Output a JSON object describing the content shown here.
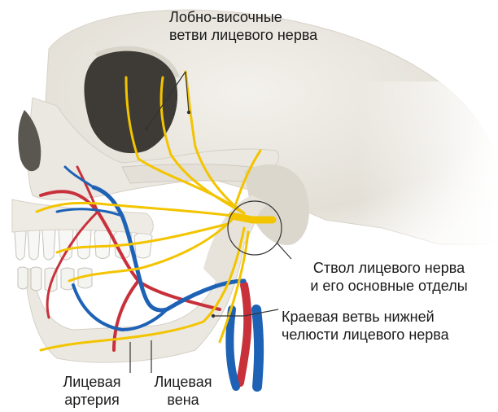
{
  "labels": {
    "temporofrontal": {
      "line1": "Лобно-височные",
      "line2": "ветви лицевого нерва"
    },
    "trunk": {
      "line1": "Ствол лицевого нерва",
      "line2": "и его основные отделы"
    },
    "marginal": {
      "line1": "Краевая ветвь нижней",
      "line2": "челюсти лицевого нерва"
    },
    "artery": {
      "line1": "Лицевая",
      "line2": "артерия"
    },
    "vein": {
      "line1": "Лицевая",
      "line2": "вена"
    }
  },
  "colors": {
    "background": "#ffffff",
    "bone": "#e9e6df",
    "bone_shadow": "#cfcac0",
    "nerve": "#f3c400",
    "artery": "#c8303a",
    "vein": "#1d62b5",
    "teeth": "#f7f7f5",
    "leader": "#333333",
    "text": "#1a1a1a"
  }
}
